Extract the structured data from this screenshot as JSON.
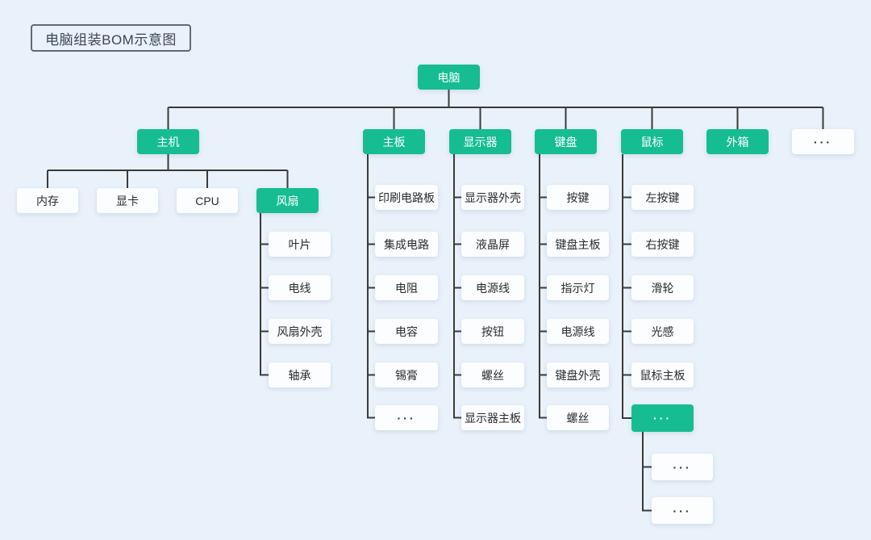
{
  "title": "电脑组装BOM示意图",
  "colors": {
    "background": "#E9F1FA",
    "node_green": "#16BD92",
    "node_white": "#FBFDFF",
    "connector_line": "#3A3A3A",
    "node_text_dark": "#2B2B2B",
    "node_text_light": "#FFFFFF",
    "title_text": "#3A4754",
    "title_border": "#5F6B76"
  },
  "tree": {
    "id": "computer",
    "label": "电脑",
    "variant": "green",
    "children": [
      {
        "id": "host",
        "label": "主机",
        "variant": "green",
        "children": [
          {
            "id": "memory",
            "label": "内存",
            "variant": "white"
          },
          {
            "id": "gpu",
            "label": "显卡",
            "variant": "white"
          },
          {
            "id": "cpu",
            "label": "CPU",
            "variant": "white"
          },
          {
            "id": "fan",
            "label": "风扇",
            "variant": "green",
            "children": [
              {
                "id": "fan-blade",
                "label": "叶片",
                "variant": "white"
              },
              {
                "id": "fan-wire",
                "label": "电线",
                "variant": "white"
              },
              {
                "id": "fan-shell",
                "label": "风扇外壳",
                "variant": "white"
              },
              {
                "id": "fan-bearing",
                "label": "轴承",
                "variant": "white"
              }
            ]
          }
        ]
      },
      {
        "id": "mainboard",
        "label": "主板",
        "variant": "green",
        "children": [
          {
            "id": "pcb",
            "label": "印刷电路板",
            "variant": "white"
          },
          {
            "id": "ic",
            "label": "集成电路",
            "variant": "white"
          },
          {
            "id": "resistor",
            "label": "电阻",
            "variant": "white"
          },
          {
            "id": "capacitor",
            "label": "电容",
            "variant": "white"
          },
          {
            "id": "solder",
            "label": "锡膏",
            "variant": "white"
          },
          {
            "id": "mainboard-more",
            "label": "···",
            "variant": "white"
          }
        ]
      },
      {
        "id": "monitor",
        "label": "显示器",
        "variant": "green",
        "children": [
          {
            "id": "monitor-shell",
            "label": "显示器外壳",
            "variant": "white"
          },
          {
            "id": "lcd",
            "label": "液晶屏",
            "variant": "white"
          },
          {
            "id": "monitor-power",
            "label": "电源线",
            "variant": "white"
          },
          {
            "id": "button",
            "label": "按钮",
            "variant": "white"
          },
          {
            "id": "monitor-screw",
            "label": "螺丝",
            "variant": "white"
          },
          {
            "id": "monitor-board",
            "label": "显示器主板",
            "variant": "white"
          }
        ]
      },
      {
        "id": "keyboard",
        "label": "键盘",
        "variant": "green",
        "children": [
          {
            "id": "keys",
            "label": "按键",
            "variant": "white"
          },
          {
            "id": "keyboard-board",
            "label": "键盘主板",
            "variant": "white"
          },
          {
            "id": "indicator",
            "label": "指示灯",
            "variant": "white"
          },
          {
            "id": "keyboard-power",
            "label": "电源线",
            "variant": "white"
          },
          {
            "id": "keyboard-shell",
            "label": "键盘外壳",
            "variant": "white"
          },
          {
            "id": "keyboard-screw",
            "label": "螺丝",
            "variant": "white"
          }
        ]
      },
      {
        "id": "mouse",
        "label": "鼠标",
        "variant": "green",
        "children": [
          {
            "id": "left-button",
            "label": "左按键",
            "variant": "white"
          },
          {
            "id": "right-button",
            "label": "右按键",
            "variant": "white"
          },
          {
            "id": "wheel",
            "label": "滑轮",
            "variant": "white"
          },
          {
            "id": "light-sensor",
            "label": "光感",
            "variant": "white"
          },
          {
            "id": "mouse-board",
            "label": "鼠标主板",
            "variant": "white"
          },
          {
            "id": "mouse-more",
            "label": "···",
            "variant": "green",
            "children": [
              {
                "id": "mouse-more-1",
                "label": "···",
                "variant": "white"
              },
              {
                "id": "mouse-more-2",
                "label": "···",
                "variant": "white"
              }
            ]
          }
        ]
      },
      {
        "id": "case",
        "label": "外箱",
        "variant": "green"
      },
      {
        "id": "root-more",
        "label": "···",
        "variant": "white"
      }
    ]
  }
}
